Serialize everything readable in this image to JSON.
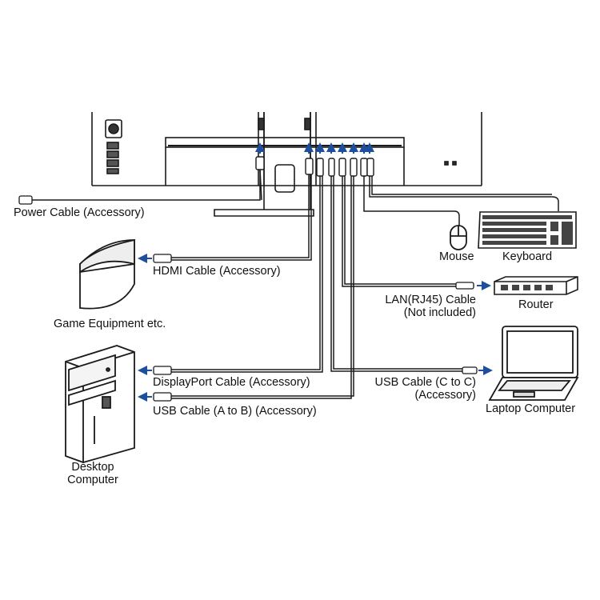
{
  "labels": {
    "power_cable": "Power Cable (Accessory)",
    "hdmi_cable": "HDMI Cable (Accessory)",
    "game_equipment": "Game Equipment etc.",
    "displayport_cable": "DisplayPort Cable (Accessory)",
    "usb_a_to_b": "USB Cable (A to B) (Accessory)",
    "desktop_line1": "Desktop",
    "desktop_line2": "Computer",
    "mouse": "Mouse",
    "keyboard": "Keyboard",
    "lan_line1": "LAN(RJ45) Cable",
    "lan_line2": "(Not included)",
    "router": "Router",
    "usb_c_line1": "USB Cable (C to C)",
    "usb_c_line2": "(Accessory)",
    "laptop": "Laptop Computer"
  },
  "colors": {
    "line": "#1a1a1a",
    "arrow": "#1e4f9c"
  }
}
